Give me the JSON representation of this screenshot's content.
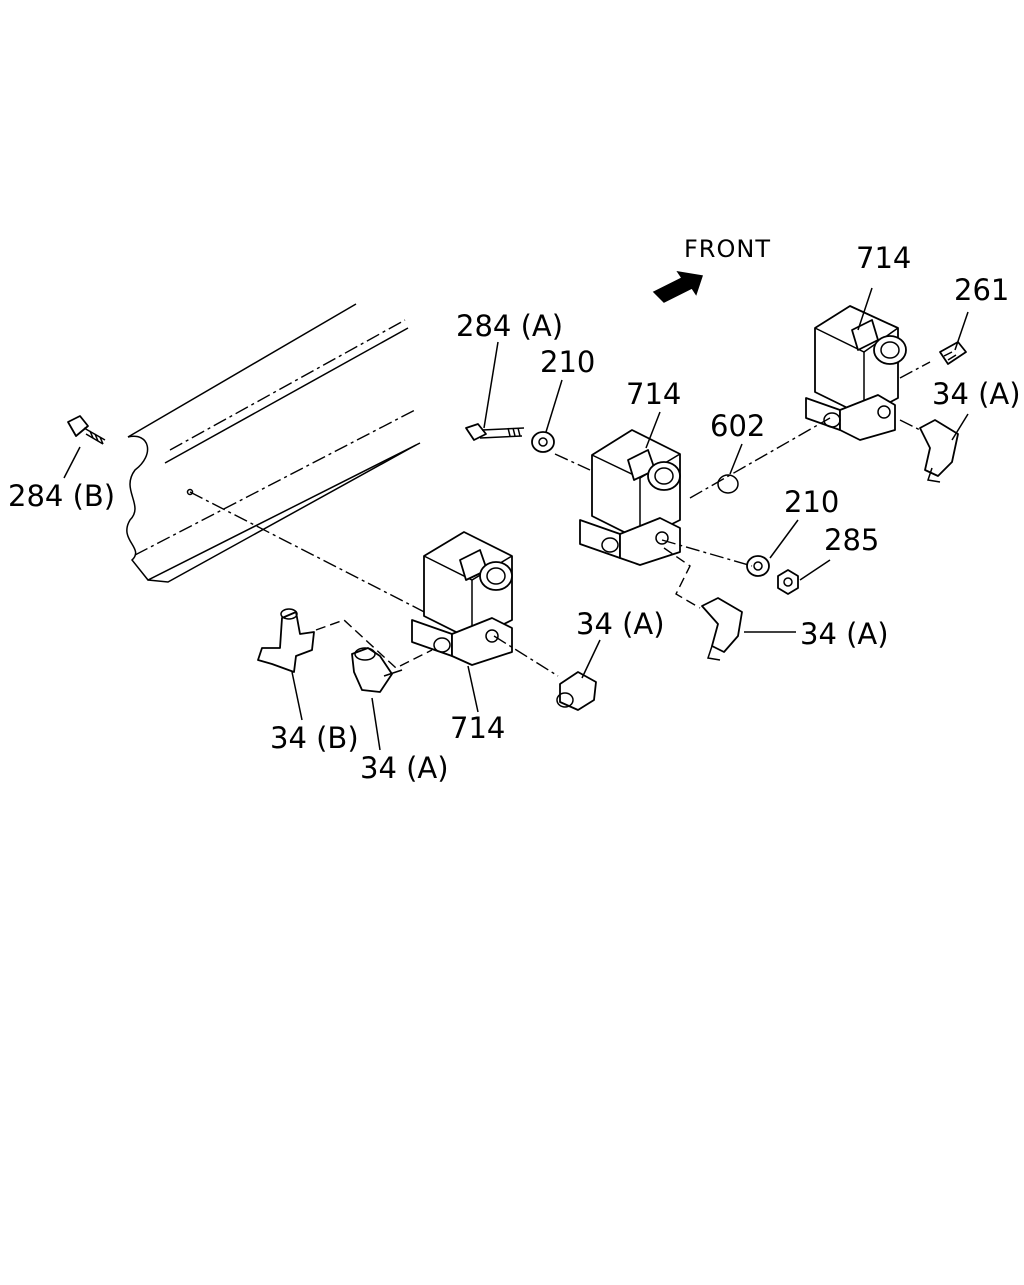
{
  "direction": {
    "label": "FRONT",
    "icon": "arrow-icon"
  },
  "callouts": {
    "c714_top": "714",
    "c261": "261",
    "c34a_right": "34 (A)",
    "c284a": "284 (A)",
    "c210_top": "210",
    "c714_mid": "714",
    "c602": "602",
    "c210_right": "210",
    "c285": "285",
    "c284b": "284 (B)",
    "c34a_lower_mid": "34 (A)",
    "c34a_right_mid": "34 (A)",
    "c34b": "34 (B)",
    "c34a_bottom": "34 (A)",
    "c714_bottom": "714"
  },
  "colors": {
    "ink": "#000000",
    "paper": "#ffffff"
  }
}
